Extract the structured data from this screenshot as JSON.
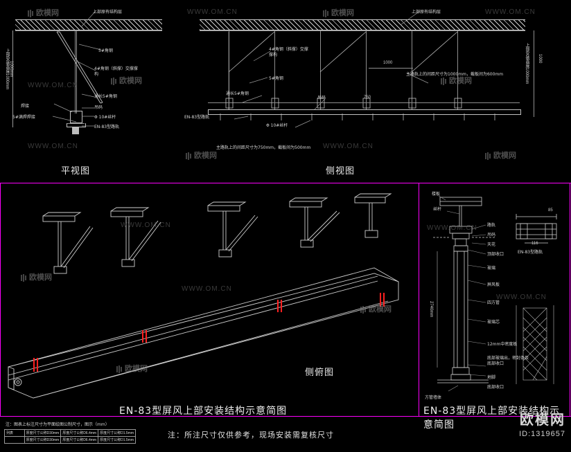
{
  "watermarks": {
    "url": "WWW.OM.CN",
    "brand": "欧模网",
    "positions": [
      "top-left",
      "top-center",
      "top-right",
      "mid-left",
      "mid-center",
      "mid-right",
      "lower-left",
      "lower-center",
      "lower-right"
    ]
  },
  "panels": {
    "top_left": {
      "title": "平视图",
      "labels": [
        "上部原有结构层",
        "5#角钢",
        "4#角钢（斜撑）交撑撑构",
        "通长5#角钢",
        "吊码",
        "Φ 10#丝杆",
        "EN-83型路轨",
        "焊接",
        "5#满焊焊接",
        "上部安装高度1000mm"
      ],
      "dims": [
        "1000mm",
        "100mm"
      ]
    },
    "top_right": {
      "title": "侧视图",
      "labels": [
        "上部原有结构层",
        "4#角钢（斜撑）交撑撑构",
        "5#角钢",
        "通长5#角钢",
        "吊码",
        "EN-83型路轨",
        "Φ 10#丝杆",
        "主路轨上的间距尺寸为750mm，截板间为500mm",
        "主路轨上的间距尺寸为1000mm，截板间为600mm",
        "上部安装高度1000mm"
      ],
      "dims": [
        "1000",
        "750"
      ]
    },
    "bottom_left": {
      "title": "侧俯图",
      "caption": "EN-83型屏风上部安装结构示意简图"
    },
    "bottom_right": {
      "title": "EN-83型屏风上部安装结构示意简图",
      "labels": [
        "楼板",
        "丝杆",
        "路轨",
        "吊码",
        "天花",
        "顶部收口",
        "玻璃",
        "屏风板",
        "四方管",
        "玻璃芯",
        "12mm中密度板",
        "底部玻璃出，密封条及底部收口",
        "地脚",
        "底部收口",
        "方管墙体",
        "EN-83型路轨",
        "85",
        "116"
      ],
      "dim_vertical": "2740mm"
    }
  },
  "footer": {
    "note": "注：所注尺寸仅供参考，现场安装需复核尺寸",
    "table_note": "注：图表上标注尺寸为平面绘图公制尺寸，图示（mm）",
    "table": {
      "rows": [
        [
          "列表",
          "厚度尺寸公称D30mm",
          "厚度尺寸公称D6.4mm",
          "厚度尺寸公称D1.5mm"
        ],
        [
          "厚度尺寸公称D30mm",
          "厚度尺寸公称D6.4mm",
          "厚度尺寸公称D1.5mm",
          ""
        ]
      ]
    },
    "logo_text": "欧模网",
    "id_text": "ID:1319657"
  }
}
